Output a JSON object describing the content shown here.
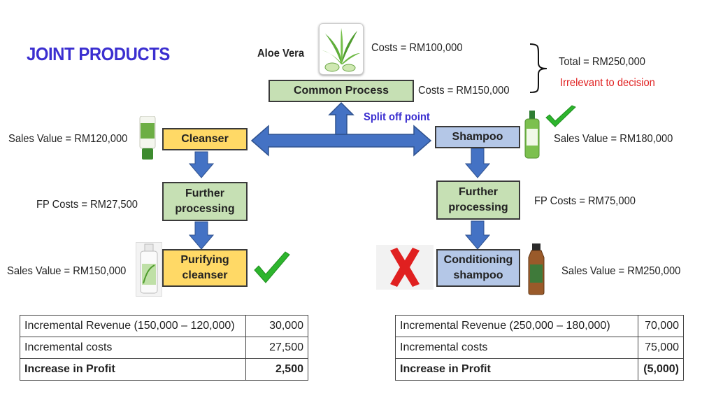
{
  "title": "JOINT PRODUCTS",
  "raw_material": {
    "label": "Aloe Vera",
    "costs": "Costs = RM100,000"
  },
  "common": {
    "label": "Common Process",
    "costs": "Costs = RM150,000"
  },
  "total": {
    "text": "Total = RM250,000",
    "note": "Irrelevant to decision"
  },
  "split": "Split off point",
  "left": {
    "product": "Cleanser",
    "sales": "Sales Value = RM120,000",
    "fp_label_1": "Further",
    "fp_label_2": "processing",
    "fp_costs": "FP Costs = RM27,500",
    "final_1": "Purifying",
    "final_2": "cleanser",
    "final_sales": "Sales Value = RM150,000"
  },
  "right": {
    "product": "Shampoo",
    "sales": "Sales Value = RM180,000",
    "fp_label_1": "Further",
    "fp_label_2": "processing",
    "fp_costs": "FP Costs = RM75,000",
    "final_1": "Conditioning",
    "final_2": "shampoo",
    "final_sales": "Sales Value = RM250,000"
  },
  "table_left": {
    "rows": [
      {
        "label": "Incremental Revenue (150,000 – 120,000)",
        "value": "30,000"
      },
      {
        "label": "Incremental costs",
        "value": "27,500"
      },
      {
        "label": "Increase in Profit",
        "value": "2,500"
      }
    ]
  },
  "table_right": {
    "rows": [
      {
        "label": "Incremental Revenue (250,000 – 180,000)",
        "value": "70,000"
      },
      {
        "label": "Incremental costs",
        "value": "75,000"
      },
      {
        "label": "Increase in Profit",
        "value": "(5,000)"
      }
    ]
  },
  "icons": {
    "aloe": "aloe-vera-icon",
    "check": "check-icon",
    "cross": "cross-icon",
    "tube": "cleanser-tube-icon",
    "bottle": "bottle-icon"
  },
  "colors": {
    "title": "#3b2fd0",
    "common_box": "#c6e0b4",
    "cleanser_box": "#ffd966",
    "shampoo_box": "#b4c7e7",
    "arrow": "#4472c4",
    "check": "#2db52d",
    "cross": "#e02020",
    "note": "#e02020"
  }
}
